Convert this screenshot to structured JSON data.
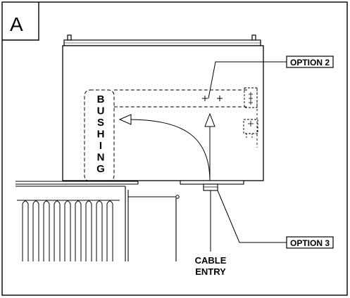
{
  "panel_letter": "A",
  "labels": {
    "bushing": "BUSHING",
    "option_2": "OPTION 2",
    "option_3": "OPTION 3",
    "cable_entry_line1": "CABLE",
    "cable_entry_line2": "ENTRY"
  }
}
